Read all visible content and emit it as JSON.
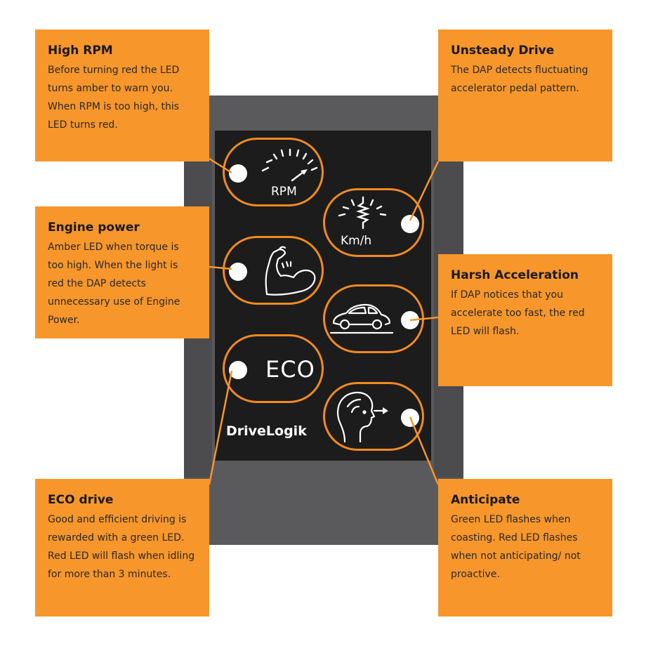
{
  "callouts": {
    "high_rpm": {
      "title": "High RPM",
      "body": "Before turning red the LED turns amber to warn you. When RPM is too high, this LED turns red."
    },
    "engine_power": {
      "title": "Engine power",
      "body": "Amber LED when torque is too high. When the light is red the DAP detects unnecessary use of Engine Power."
    },
    "eco_drive": {
      "title": "ECO drive",
      "body": "Good and efficient driving is rewarded with a green LED. Red LED will flash when idling for more than 3 minutes."
    },
    "unsteady_drive": {
      "title": "Unsteady Drive",
      "body": "The DAP detects fluctuating accelerator pedal pattern."
    },
    "harsh_acceleration": {
      "title": "Harsh Acceleration",
      "body": "If DAP notices that you accelerate too fast, the red LED will flash."
    },
    "anticipate": {
      "title": "Anticipate",
      "body": "Green LED flashes when coasting. Red LED flashes when not anticipating/ not proactive."
    }
  },
  "device": {
    "rpm_label": "RPM",
    "speed_label": "Km/h",
    "eco_label": "ECO",
    "brand": "DriveLogik",
    "icons": [
      "tachometer-icon",
      "speedometer-icon",
      "flexed-arm-icon",
      "car-icon",
      "eco-text",
      "head-looking-ahead-icon"
    ]
  },
  "colors": {
    "callout_bg": "#f6962b",
    "pill_border": "#f08a22",
    "screen_bg": "#1c1c1c",
    "device_body": "#5a5a5c",
    "led": "#ffffff"
  }
}
